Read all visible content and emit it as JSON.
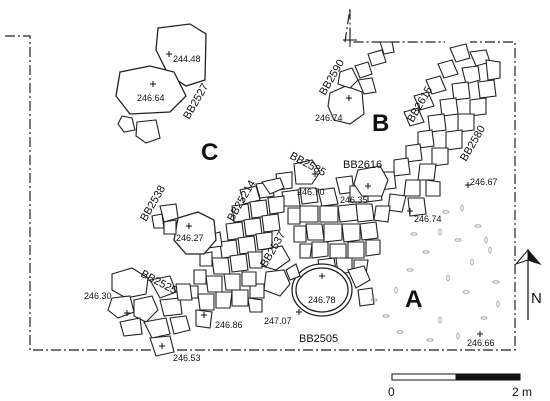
{
  "areas": {
    "a": "A",
    "b": "B",
    "c": "C"
  },
  "codes": {
    "bb2527": "BB2527",
    "bb2590": "BB2590",
    "bb2615": "BB2615",
    "bb2580": "BB2580",
    "bb2616": "BB2616",
    "bb2585": "BB2585",
    "bb25214": "BB25214",
    "bb2538": "BB2538",
    "bb2537": "BB2537",
    "bb2525": "BB2525",
    "bb2505": "BB2505"
  },
  "elevations": {
    "e24448": "244.48",
    "e24664": "246.64",
    "e24674a": "246.74",
    "e24670": "246.70",
    "e24635": "246.35",
    "e24667": "246.67",
    "e24674b": "246.74",
    "e24627": "246.27",
    "e24630": "246.30",
    "e24686": "246.86",
    "e24653": "246.53",
    "e24678": "246.78",
    "e24707": "247.07",
    "e24666": "246.66"
  },
  "north": "N",
  "scale": {
    "start": "0",
    "end": "2 m"
  }
}
